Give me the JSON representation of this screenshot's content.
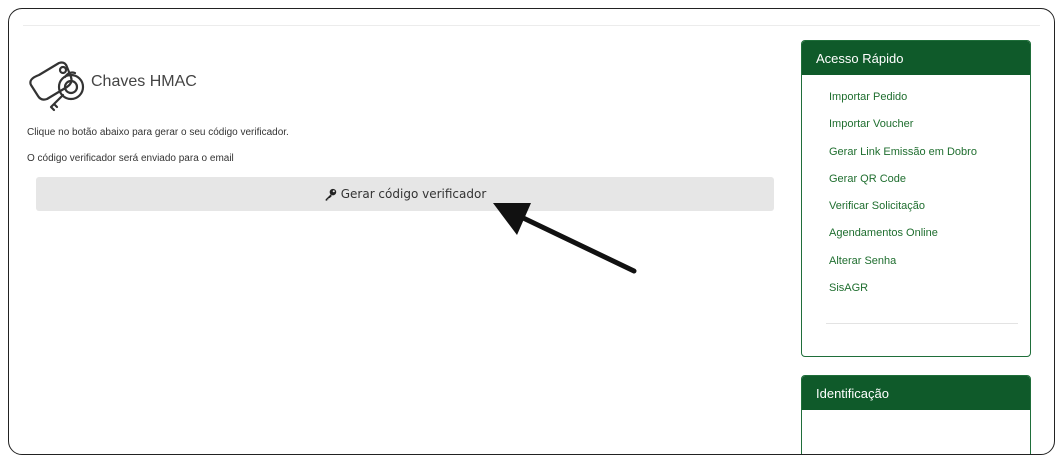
{
  "main": {
    "title": "Chaves HMAC",
    "instruction_1": "Clique no botão abaixo para gerar o seu código verificador.",
    "instruction_2": "O código verificador será enviado para o email",
    "generate_button_label": "Gerar código verificador"
  },
  "quick_access": {
    "title": "Acesso Rápido",
    "items": [
      "Importar Pedido",
      "Importar Voucher",
      "Gerar Link Emissão em Dobro",
      "Gerar QR Code",
      "Verificar Solicitação",
      "Agendamentos Online",
      "Alterar Senha",
      "SisAGR"
    ]
  },
  "identification": {
    "title": "Identificação"
  },
  "colors": {
    "panel_header": "#0f5a2a",
    "link": "#1f6e2f",
    "button_bg": "#e6e6e6"
  }
}
